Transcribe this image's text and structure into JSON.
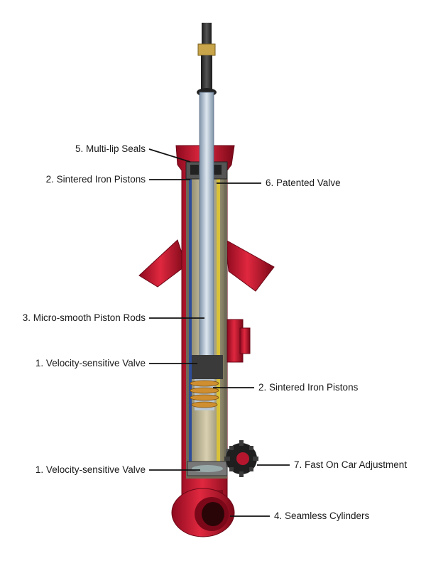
{
  "labels": {
    "multi_lip_seals": "5. Multi-lip Seals",
    "sintered_iron_pistons_top": "2. Sintered Iron Pistons",
    "patented_valve": "6. Patented Valve",
    "micro_smooth_piston_rods": "3. Micro-smooth Piston Rods",
    "velocity_sensitive_valve_upper": "1. Velocity-sensitive Valve",
    "sintered_iron_pistons_mid": "2. Sintered Iron Pistons",
    "velocity_sensitive_valve_lower": "1. Velocity-sensitive Valve",
    "fast_on_car_adjustment": "7. Fast On Car Adjustment",
    "seamless_cylinders": "4. Seamless Cylinders"
  },
  "colors": {
    "body_red": "#c8102e",
    "body_red_dark": "#8e0a1f",
    "rod_steel": "#b9c7d6",
    "inner_tube": "#c9c0a0",
    "leader_line": "#111111",
    "text": "#1a1a1a"
  }
}
